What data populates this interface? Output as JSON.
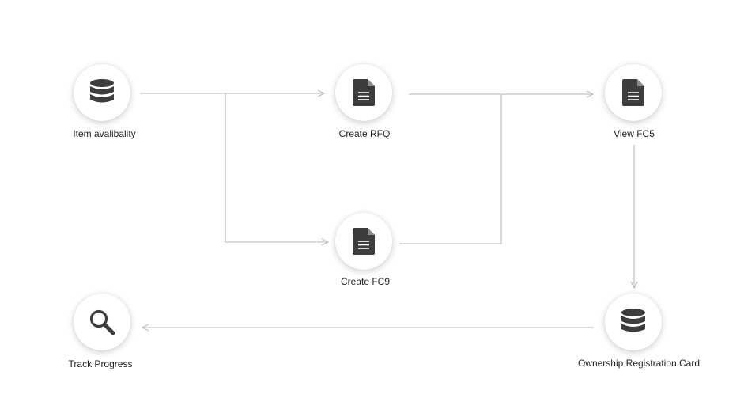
{
  "nodes": {
    "item_availability": {
      "label": "Item avalibality",
      "icon": "database-icon"
    },
    "create_rfq": {
      "label": "Create RFQ",
      "icon": "document-icon"
    },
    "view_fc5": {
      "label": "View FC5",
      "icon": "document-icon"
    },
    "create_fc9": {
      "label": "Create FC9",
      "icon": "document-icon"
    },
    "ownership_registration_card": {
      "label": "Ownership Registration Card",
      "icon": "database-icon"
    },
    "track_progress": {
      "label": "Track Progress",
      "icon": "search-icon"
    }
  },
  "colors": {
    "connector": "#c4c4c4",
    "icon": "#3d3d3d",
    "label": "#222222"
  }
}
